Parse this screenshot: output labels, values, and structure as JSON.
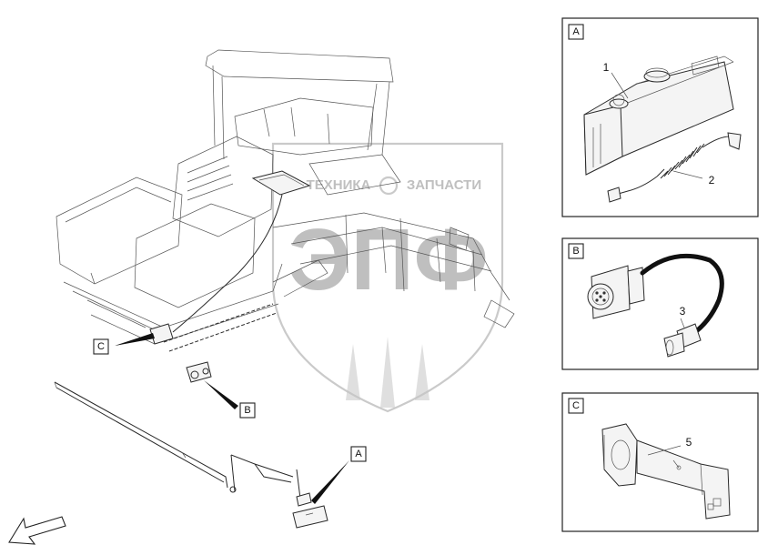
{
  "callouts": {
    "main_c": "C",
    "main_b": "B",
    "main_a": "A"
  },
  "panels": {
    "a": {
      "tag": "A",
      "item_1": "1",
      "item_2": "2"
    },
    "b": {
      "tag": "B",
      "item_3": "3"
    },
    "c": {
      "tag": "C",
      "item_5": "5"
    }
  },
  "watermark": {
    "text_left": "ТЕХНИКА",
    "text_right": "ЗАПЧАСТИ",
    "letters": "ЭПФ"
  }
}
